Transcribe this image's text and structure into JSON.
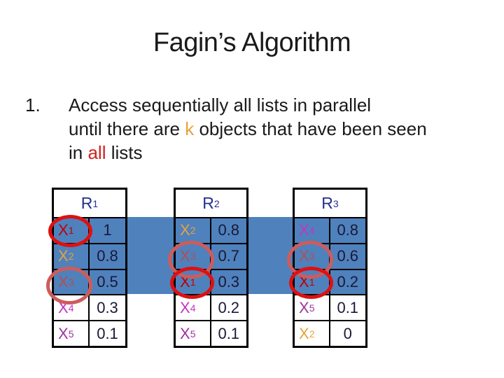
{
  "title": "Fagin’s Algorithm",
  "body": {
    "item_number": "1.",
    "line1": "Access sequentially all lists in parallel",
    "line2_pre": "until there are ",
    "k_word": "k",
    "line2_post": " objects that have been seen",
    "line3_pre": "in ",
    "all_word": "all",
    "line3_post": " lists"
  },
  "colors": {
    "highlight_blue": "#4F81BD",
    "k_gold": "#E8A33D",
    "all_red": "#D02020",
    "circle_bright": "#DD1111",
    "circle_soft": "#CD5C5C",
    "header_navy": "#252F8F",
    "value_text": "#191936",
    "x1": "#C00000",
    "x2": "#E5A33C",
    "x3": "#B05050",
    "x4": "#C433C4",
    "x5": "#A032A0"
  },
  "tables": [
    {
      "name": "R",
      "sub": "1",
      "rows": [
        {
          "obj": "X",
          "sub": "1",
          "value": "1",
          "color": "x1",
          "highlighted": true,
          "circle": "bright"
        },
        {
          "obj": "X",
          "sub": "2",
          "value": "0.8",
          "color": "x2",
          "highlighted": true,
          "circle": null
        },
        {
          "obj": "X",
          "sub": "3",
          "value": "0.5",
          "color": "x3",
          "highlighted": true,
          "circle": "soft"
        },
        {
          "obj": "X",
          "sub": "4",
          "value": "0.3",
          "color": "x4",
          "highlighted": false,
          "circle": null
        },
        {
          "obj": "X",
          "sub": "5",
          "value": "0.1",
          "color": "x5",
          "highlighted": false,
          "circle": null
        }
      ]
    },
    {
      "name": "R",
      "sub": "2",
      "rows": [
        {
          "obj": "X",
          "sub": "2",
          "value": "0.8",
          "color": "x2",
          "highlighted": true,
          "circle": null
        },
        {
          "obj": "X",
          "sub": "3",
          "value": "0.7",
          "color": "x3",
          "highlighted": true,
          "circle": "soft"
        },
        {
          "obj": "X",
          "sub": "1",
          "value": "0.3",
          "color": "x1",
          "highlighted": true,
          "circle": "bright"
        },
        {
          "obj": "X",
          "sub": "4",
          "value": "0.2",
          "color": "x4",
          "highlighted": false,
          "circle": null
        },
        {
          "obj": "X",
          "sub": "5",
          "value": "0.1",
          "color": "x5",
          "highlighted": false,
          "circle": null
        }
      ]
    },
    {
      "name": "R",
      "sub": "3",
      "rows": [
        {
          "obj": "X",
          "sub": "4",
          "value": "0.8",
          "color": "x4",
          "highlighted": true,
          "circle": null
        },
        {
          "obj": "X",
          "sub": "3",
          "value": "0.6",
          "color": "x3",
          "highlighted": true,
          "circle": "soft"
        },
        {
          "obj": "X",
          "sub": "1",
          "value": "0.2",
          "color": "x1",
          "highlighted": true,
          "circle": "bright"
        },
        {
          "obj": "X",
          "sub": "5",
          "value": "0.1",
          "color": "x5",
          "highlighted": false,
          "circle": null
        },
        {
          "obj": "X",
          "sub": "2",
          "value": "0",
          "color": "x2",
          "highlighted": false,
          "circle": null
        }
      ]
    }
  ]
}
